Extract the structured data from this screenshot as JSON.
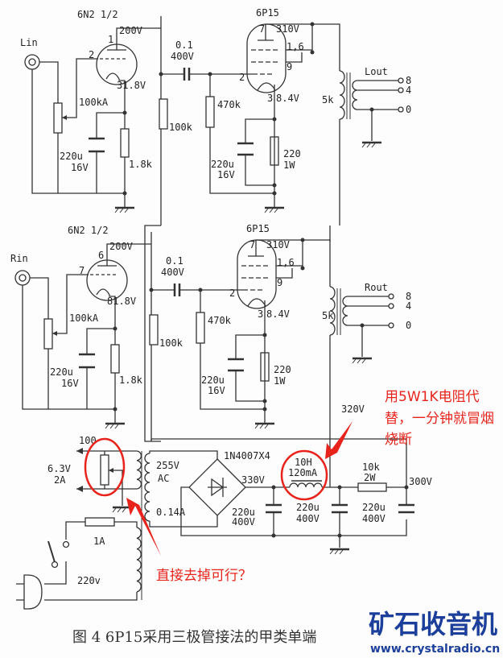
{
  "figure_caption": "图 4   6P15采用三极管接法的甲类单端",
  "watermark": {
    "title": "矿石收音机",
    "url": "www.crystalradio.cn"
  },
  "channels": {
    "top": {
      "input": "Lin",
      "output": "Lout"
    },
    "bottom": {
      "input": "Rin",
      "output": "Rout"
    }
  },
  "labels": {
    "preamp_tube": "6N2 1/2",
    "plate_v": "200V",
    "pin_plate": "1",
    "pin_grid": "2",
    "cathode_v": "31.8V",
    "pin_plate_b": "6",
    "pin_grid_b": "7",
    "cathode_v_b": "81.8V",
    "pot": "100kA",
    "cap1_a": "220u",
    "cap1_b": "16V",
    "rk1": "1.8k",
    "coupling_a": "0.1",
    "coupling_b": "400V",
    "rload": "100k",
    "rgrid": "470k",
    "power_tube": "6P15",
    "pin7": "7",
    "power_plate_v": "310V",
    "pin16": "1,6",
    "pin9": "9",
    "pin2": "2",
    "pin3": "3",
    "power_cathode_v": "8.4V",
    "cap2_a": "220u",
    "cap2_b": "16V",
    "rk2_a": "220",
    "rk2_b": "1W",
    "ot_imp": "5k",
    "tap8": "8",
    "tap4": "4",
    "tap0": "0",
    "b_plus_320": "320V"
  },
  "power": {
    "heater_100": "100",
    "heater_v": "6.3V",
    "heater_a": "2A",
    "hv_v": "255V",
    "hv_ac": "AC",
    "hv_a": "0.14A",
    "bridge": "1N4007X4",
    "rect_v": "330V",
    "c1_a": "220u",
    "c1_b": "400V",
    "choke_a": "10H",
    "choke_b": "120mA",
    "c2_a": "220u",
    "c2_b": "400V",
    "r_a": "10k",
    "r_b": "2W",
    "out_v": "300V",
    "c3_a": "220u",
    "c3_b": "400V",
    "fuse": "1A",
    "mains": "220v"
  },
  "annotations": {
    "choke_note_1": "用5W1K电阻代",
    "choke_note_2": "替，一分钟就冒烟",
    "choke_note_3": "烧断",
    "pot_note": "直接去掉可行？"
  },
  "colors": {
    "annotation": "#e8231b",
    "watermark": "#1b3f9a"
  }
}
